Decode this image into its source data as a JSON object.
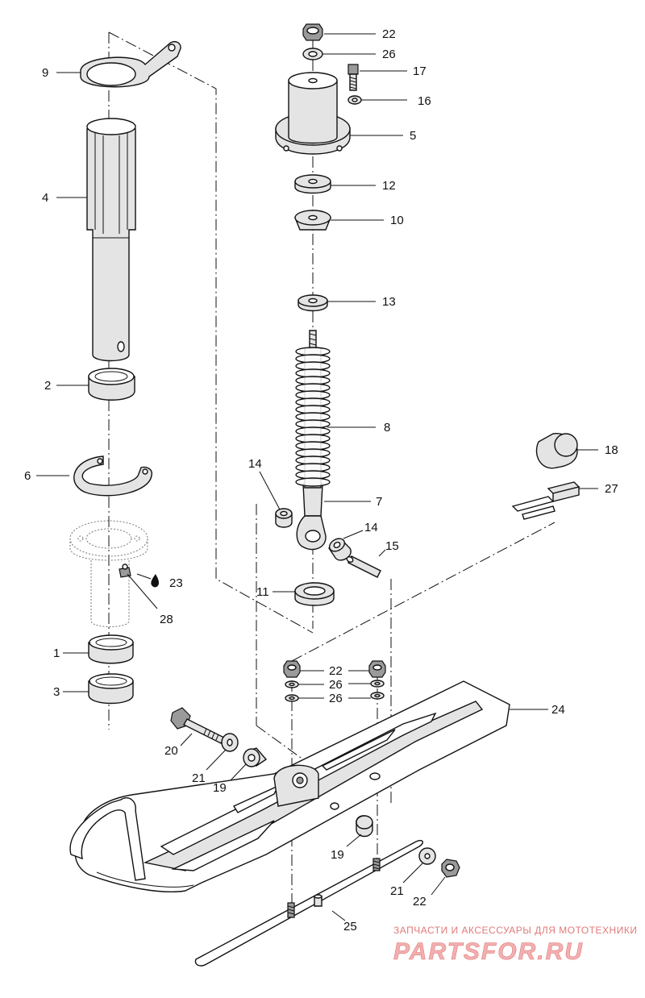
{
  "labels": {
    "p1": "1",
    "p2": "2",
    "p3": "3",
    "p4": "4",
    "p5": "5",
    "p6": "6",
    "p7": "7",
    "p8": "8",
    "p9": "9",
    "p10": "10",
    "p11": "11",
    "p12": "12",
    "p13": "13",
    "p14a": "14",
    "p14b": "14",
    "p15": "15",
    "p16": "16",
    "p17": "17",
    "p18": "18",
    "p19a": "19",
    "p19b": "19",
    "p20": "20",
    "p21a": "21",
    "p21b": "21",
    "p22a": "22",
    "p22b": "22",
    "p22c": "22",
    "p23": "23",
    "p24": "24",
    "p25": "25",
    "p26a": "26",
    "p26b": "26",
    "p26c": "26",
    "p27": "27",
    "p28": "28"
  },
  "watermark": {
    "tagline": "ЗАПЧАСТИ И АКСЕССУАРЫ ДЛЯ МОТОТЕХНИКИ",
    "brand": "PARTSFOR.RU"
  }
}
